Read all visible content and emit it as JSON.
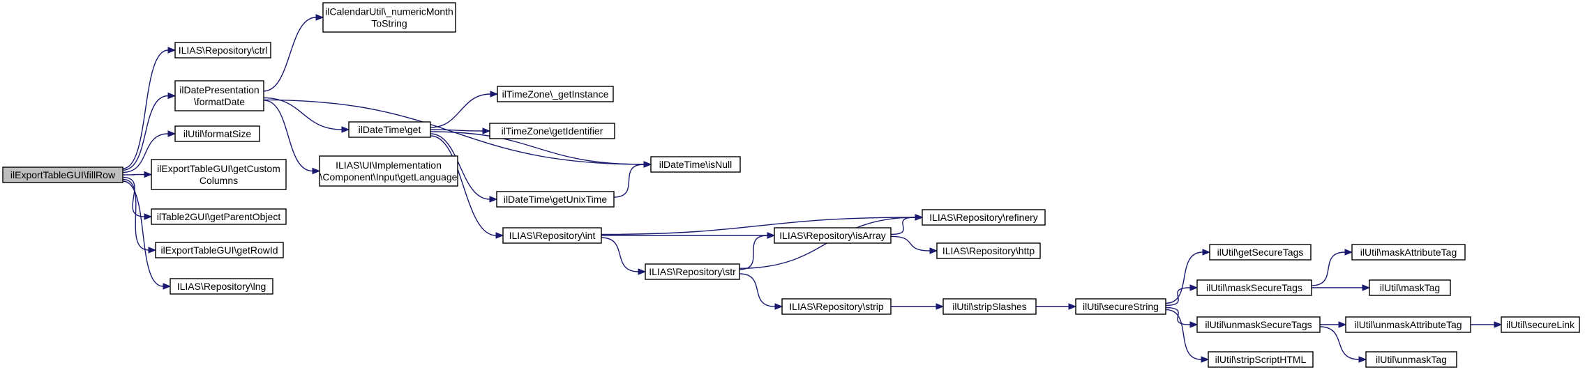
{
  "nodes": {
    "fillRow": [
      "ilExportTableGUI\\fillRow"
    ],
    "ctrl": [
      "ILIAS\\Repository\\ctrl"
    ],
    "formatDate": [
      "ilDatePresentation",
      "\\formatDate"
    ],
    "formatSize": [
      "ilUtil\\formatSize"
    ],
    "getCustomColumns": [
      "ilExportTableGUI\\getCustom",
      "Columns"
    ],
    "getParentObject": [
      "ilTable2GUI\\getParentObject"
    ],
    "getRowId": [
      "ilExportTableGUI\\getRowId"
    ],
    "lng": [
      "ILIAS\\Repository\\lng"
    ],
    "numericMonth": [
      "ilCalendarUtil\\_numericMonth",
      "ToString"
    ],
    "dtGet": [
      "ilDateTime\\get"
    ],
    "getLanguage": [
      "ILIAS\\UI\\Implementation",
      "\\Component\\Input\\getLanguage"
    ],
    "tzGetInstance": [
      "ilTimeZone\\_getInstance"
    ],
    "tzGetIdentifier": [
      "ilTimeZone\\getIdentifier"
    ],
    "isNull": [
      "ilDateTime\\isNull"
    ],
    "getUnixTime": [
      "ilDateTime\\getUnixTime"
    ],
    "repoInt": [
      "ILIAS\\Repository\\int"
    ],
    "refinery": [
      "ILIAS\\Repository\\refinery"
    ],
    "isArray": [
      "ILIAS\\Repository\\isArray"
    ],
    "http": [
      "ILIAS\\Repository\\http"
    ],
    "repoStr": [
      "ILIAS\\Repository\\str"
    ],
    "repoStrip": [
      "ILIAS\\Repository\\strip"
    ],
    "stripSlashes": [
      "ilUtil\\stripSlashes"
    ],
    "secureString": [
      "ilUtil\\secureString"
    ],
    "getSecureTags": [
      "ilUtil\\getSecureTags"
    ],
    "maskSecureTags": [
      "ilUtil\\maskSecureTags"
    ],
    "unmaskSecureTags": [
      "ilUtil\\unmaskSecureTags"
    ],
    "stripScriptHTML": [
      "ilUtil\\stripScriptHTML"
    ],
    "maskAttributeTag": [
      "ilUtil\\maskAttributeTag"
    ],
    "maskTag": [
      "ilUtil\\maskTag"
    ],
    "unmaskAttributeTag": [
      "ilUtil\\unmaskAttributeTag"
    ],
    "unmaskTag": [
      "ilUtil\\unmaskTag"
    ],
    "secureLink": [
      "ilUtil\\secureLink"
    ]
  },
  "edges": [
    [
      "fillRow",
      "ctrl"
    ],
    [
      "fillRow",
      "formatDate"
    ],
    [
      "fillRow",
      "formatSize"
    ],
    [
      "fillRow",
      "getCustomColumns"
    ],
    [
      "fillRow",
      "getParentObject"
    ],
    [
      "fillRow",
      "getRowId"
    ],
    [
      "fillRow",
      "lng"
    ],
    [
      "formatDate",
      "numericMonth"
    ],
    [
      "formatDate",
      "isNull"
    ],
    [
      "formatDate",
      "dtGet"
    ],
    [
      "formatDate",
      "getLanguage"
    ],
    [
      "dtGet",
      "tzGetInstance"
    ],
    [
      "dtGet",
      "tzGetIdentifier"
    ],
    [
      "dtGet",
      "isNull"
    ],
    [
      "dtGet",
      "getUnixTime"
    ],
    [
      "dtGet",
      "repoInt"
    ],
    [
      "getUnixTime",
      "isNull"
    ],
    [
      "repoInt",
      "refinery"
    ],
    [
      "repoInt",
      "isArray"
    ],
    [
      "repoInt",
      "repoStr"
    ],
    [
      "isArray",
      "refinery"
    ],
    [
      "isArray",
      "http"
    ],
    [
      "repoStr",
      "isArray"
    ],
    [
      "repoStr",
      "refinery"
    ],
    [
      "repoStr",
      "repoStrip"
    ],
    [
      "repoStrip",
      "stripSlashes"
    ],
    [
      "stripSlashes",
      "secureString"
    ],
    [
      "secureString",
      "getSecureTags"
    ],
    [
      "secureString",
      "maskSecureTags"
    ],
    [
      "secureString",
      "unmaskSecureTags"
    ],
    [
      "secureString",
      "stripScriptHTML"
    ],
    [
      "maskSecureTags",
      "maskAttributeTag"
    ],
    [
      "maskSecureTags",
      "maskTag"
    ],
    [
      "unmaskSecureTags",
      "unmaskAttributeTag"
    ],
    [
      "unmaskSecureTags",
      "unmaskTag"
    ],
    [
      "unmaskAttributeTag",
      "secureLink"
    ]
  ],
  "colors": {
    "edge": "#191970",
    "root_fill": "#bfbfbf",
    "node_fill": "#ffffff",
    "node_stroke": "#000000"
  }
}
